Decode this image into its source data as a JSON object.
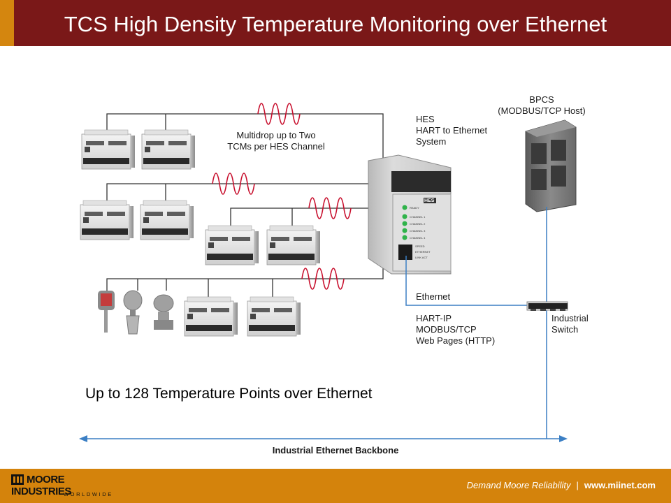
{
  "header": {
    "title": "TCS High Density Temperature Monitoring over Ethernet"
  },
  "diagram": {
    "multidrop_line1": "Multidrop up to Two",
    "multidrop_line2": "TCMs per HES Channel",
    "hes_line1": "HES",
    "hes_line2": "HART to Ethernet",
    "hes_line3": "System",
    "bpcs_line1": "BPCS",
    "bpcs_line2": "(MODBUS/TCP Host)",
    "ethernet": "Ethernet",
    "proto1": "HART-IP",
    "proto2": "MODBUS/TCP",
    "proto3": "Web Pages (HTTP)",
    "switch_line1": "Industrial",
    "switch_line2": "Switch",
    "points": "Up to 128 Temperature Points over Ethernet",
    "backbone": "Industrial Ethernet Backbone",
    "hes_panel_label": "HES",
    "hes_leds": [
      "READY",
      "CHANNEL 1",
      "CHANNEL 2",
      "CHANNEL 3",
      "CHANNEL 4"
    ],
    "hes_port_labels": [
      "SPEED",
      "ETHERNET",
      "LINK ACT"
    ],
    "colors": {
      "wave": "#c8102e",
      "network": "#3b7fc4",
      "header": "#7a1818",
      "footer": "#d4830c"
    }
  },
  "footer": {
    "tagline": "Demand Moore Reliability",
    "separator": "|",
    "url": "www.miinet.com",
    "logo_line1": "MOORE",
    "logo_line2": "INDUSTRIES",
    "logo_line3": "WORLDWIDE"
  }
}
